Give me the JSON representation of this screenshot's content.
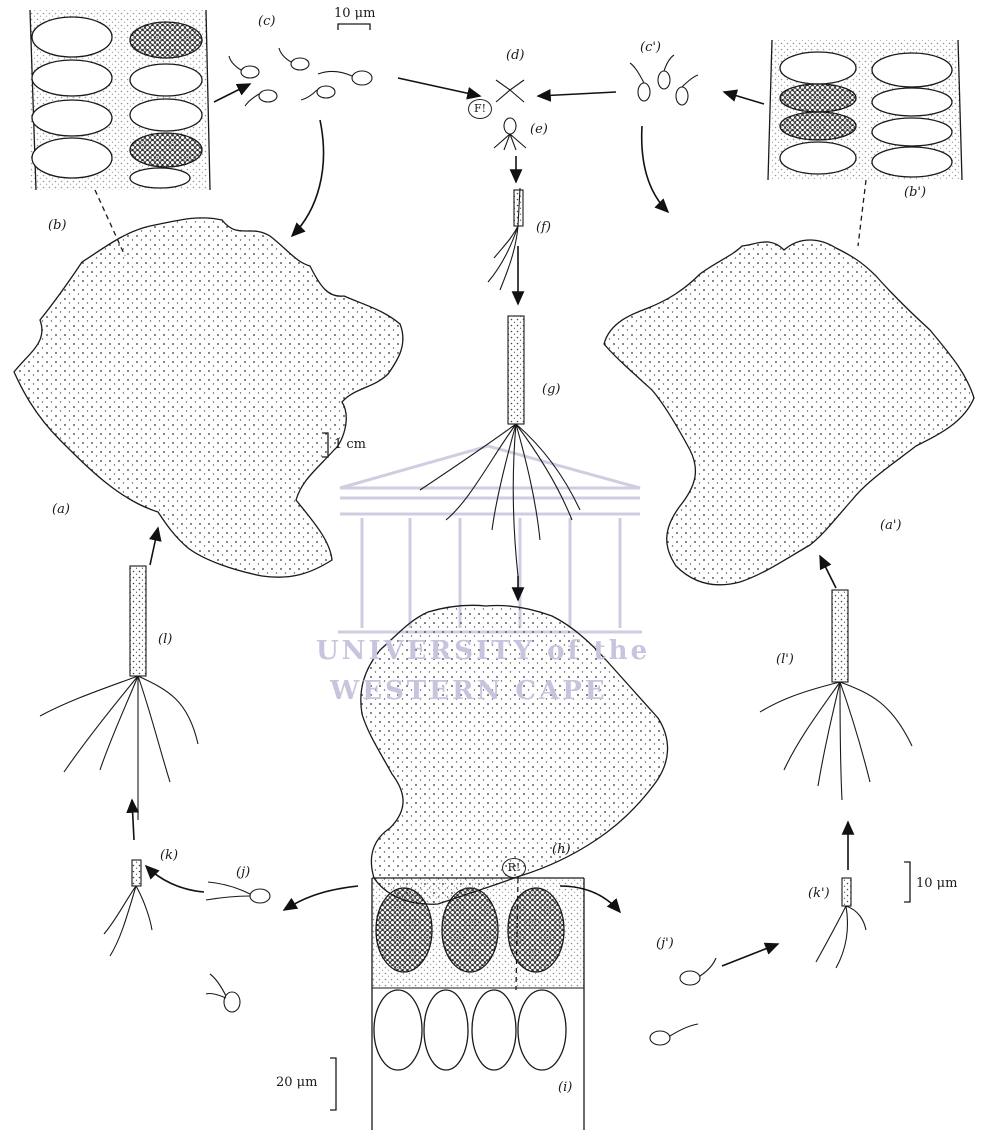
{
  "diagram": {
    "stage_labels": {
      "a": "(a)",
      "b": "(b)",
      "c": "(c)",
      "d": "(d)",
      "e": "(e)",
      "f": "(f)",
      "g": "(g)",
      "h": "(h)",
      "i": "(i)",
      "j": "(j)",
      "k": "(k)",
      "l": "(l)",
      "a_prime": "(a')",
      "b_prime": "(b')",
      "c_prime": "(c')",
      "j_prime": "(j')",
      "k_prime": "(k')",
      "l_prime": "(l')"
    },
    "markers": {
      "fertilization": "F!",
      "meiosis": "R!"
    },
    "scale_bars": {
      "top": "10 μm",
      "thallus": "1 cm",
      "right": "10 μm",
      "bottom": "20 μm"
    },
    "watermark": {
      "line1": "UNIVERSITY of the",
      "line2": "WESTERN CAPE"
    },
    "colors": {
      "ink": "#1a1a1a",
      "watermark": "#c9c4de",
      "background": "#ffffff"
    }
  }
}
